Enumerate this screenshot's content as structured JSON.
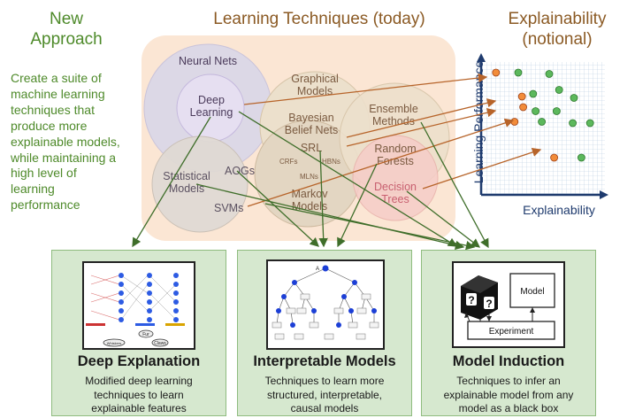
{
  "headings": {
    "new_approach": [
      "New",
      "Approach"
    ],
    "learning_techniques": "Learning Techniques (today)",
    "explainability": [
      "Explainability",
      "(notional)"
    ]
  },
  "description": [
    "Create a suite of",
    "machine learning",
    "techniques that",
    "produce more",
    "explainable models,",
    "while maintaining a",
    "high level of",
    "learning",
    "performance"
  ],
  "techniques": {
    "neural_nets": "Neural Nets",
    "deep_learning": [
      "Deep",
      "Learning"
    ],
    "graphical_models": [
      "Graphical",
      "Models"
    ],
    "bayesian": [
      "Bayesian",
      "Belief Nets"
    ],
    "srl": "SRL",
    "crfs": "CRFs",
    "hbns": "HBNs",
    "mlns": "MLNs",
    "markov": [
      "Markov",
      "Models"
    ],
    "ensemble": [
      "Ensemble",
      "Methods"
    ],
    "random_forests": [
      "Random",
      "Forests"
    ],
    "decision_trees": [
      "Decision",
      "Trees"
    ],
    "statistical": [
      "Statistical",
      "Models"
    ],
    "aogs": "AOGs",
    "svms": "SVMs"
  },
  "chart": {
    "ylabel": "Learning Performance",
    "xlabel": "Explainability"
  },
  "chart_data": {
    "type": "scatter",
    "xlabel": "Explainability",
    "ylabel": "Learning Performance",
    "grid": true,
    "legend": "none",
    "series": [
      {
        "color": "#f28c3a",
        "points": [
          [
            0.12,
            0.92
          ],
          [
            0.33,
            0.74
          ],
          [
            0.34,
            0.66
          ],
          [
            0.27,
            0.55
          ],
          [
            0.59,
            0.28
          ]
        ]
      },
      {
        "color": "#5cb85c",
        "points": [
          [
            0.3,
            0.92
          ],
          [
            0.55,
            0.91
          ],
          [
            0.42,
            0.76
          ],
          [
            0.63,
            0.79
          ],
          [
            0.75,
            0.73
          ],
          [
            0.44,
            0.63
          ],
          [
            0.61,
            0.63
          ],
          [
            0.49,
            0.55
          ],
          [
            0.74,
            0.54
          ],
          [
            0.88,
            0.54
          ],
          [
            0.81,
            0.28
          ]
        ]
      }
    ],
    "point_colors": {
      "orange": "#f28c3a",
      "green": "#5cb85c"
    }
  },
  "panels": [
    {
      "title": "Deep Explanation",
      "desc": [
        "Modified deep learning",
        "techniques to learn",
        "explainable features"
      ],
      "img": {
        "fur": "Fur",
        "claws": "Claws",
        "whiskers": "Whiskers"
      }
    },
    {
      "title": "Interpretable Models",
      "desc": [
        "Techniques to learn more",
        "structured, interpretable,",
        "causal models"
      ],
      "img": {
        "root": "A"
      }
    },
    {
      "title": "Model Induction",
      "desc": [
        "Techniques to infer an",
        "explainable model from any",
        "model as a black box"
      ],
      "img": {
        "model": "Model",
        "experiment": "Experiment",
        "q": "?"
      }
    }
  ]
}
